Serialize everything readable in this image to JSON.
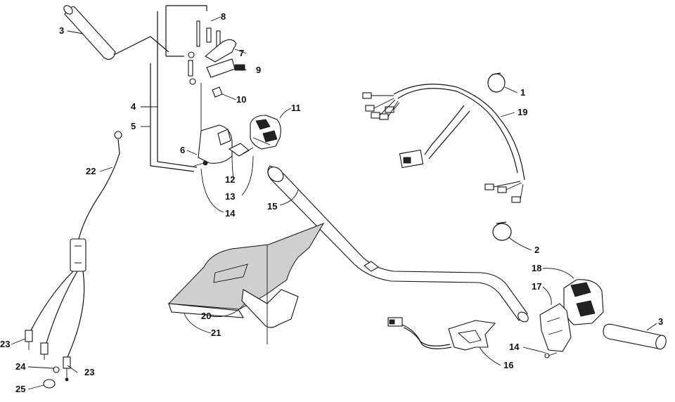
{
  "diagram": {
    "callouts": [
      {
        "id": "grip-left",
        "text": "3"
      },
      {
        "id": "bracket-a",
        "text": "4"
      },
      {
        "id": "bracket-b",
        "text": "5"
      },
      {
        "id": "screw-6",
        "text": "6"
      },
      {
        "id": "pin-7",
        "text": "7"
      },
      {
        "id": "pin-8",
        "text": "8"
      },
      {
        "id": "connector-9",
        "text": "9"
      },
      {
        "id": "clip-10",
        "text": "10"
      },
      {
        "id": "switch-housing-11",
        "text": "11"
      },
      {
        "id": "lever-12",
        "text": "12"
      },
      {
        "id": "screw-13",
        "text": "13"
      },
      {
        "id": "screw-14-top",
        "text": "14"
      },
      {
        "id": "handlebar-15",
        "text": "15"
      },
      {
        "id": "ring-1",
        "text": "1"
      },
      {
        "id": "harness-19",
        "text": "19"
      },
      {
        "id": "ring-2",
        "text": "2"
      },
      {
        "id": "switch-18",
        "text": "18"
      },
      {
        "id": "bracket-17",
        "text": "17"
      },
      {
        "id": "grip-right",
        "text": "3"
      },
      {
        "id": "screw-14-bottom",
        "text": "14"
      },
      {
        "id": "harness-16",
        "text": "16"
      },
      {
        "id": "pad-20",
        "text": "20"
      },
      {
        "id": "pad-21",
        "text": "21"
      },
      {
        "id": "cable-22",
        "text": "22"
      },
      {
        "id": "cable-end-23-left",
        "text": "23"
      },
      {
        "id": "cable-end-23-right",
        "text": "23"
      },
      {
        "id": "ferrule-24",
        "text": "24"
      },
      {
        "id": "cap-25",
        "text": "25"
      }
    ]
  }
}
